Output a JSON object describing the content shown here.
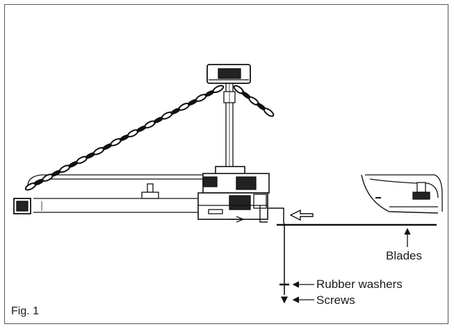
{
  "labels": {
    "blades": "Blades",
    "rubber_washers": "Rubber washers",
    "screws": "Screws",
    "figure": "Fig. 1"
  },
  "colors": {
    "line": "#111111",
    "frame": "#555555"
  }
}
